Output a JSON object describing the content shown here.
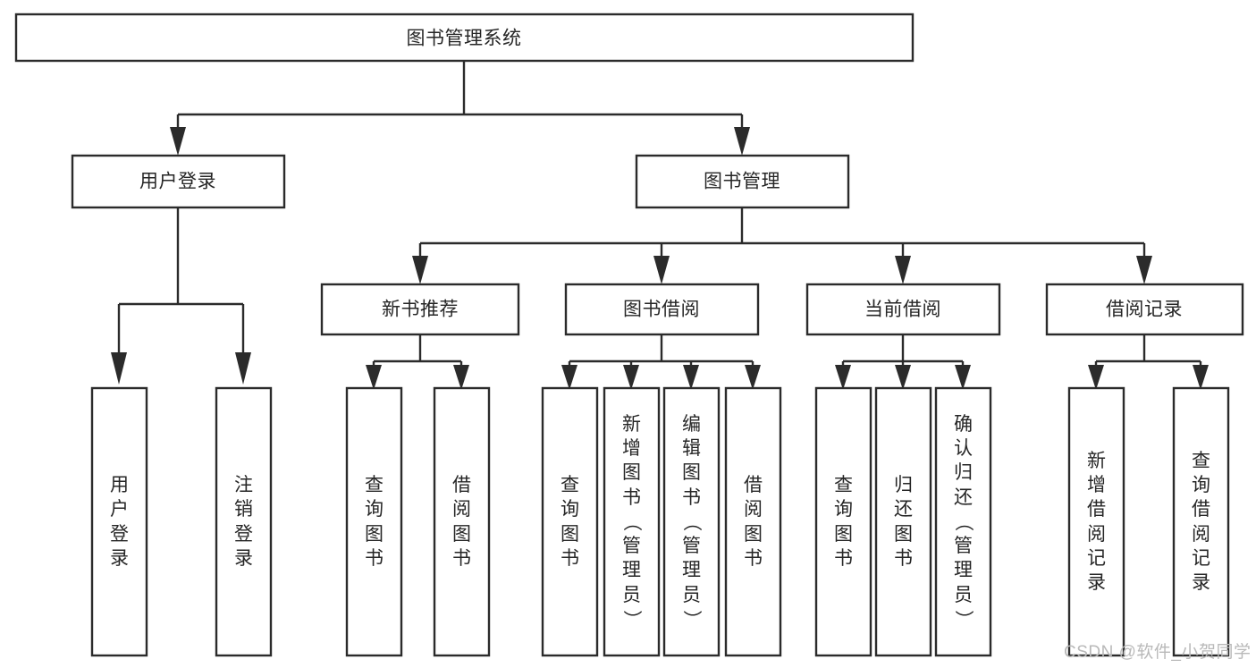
{
  "diagram": {
    "type": "tree-hierarchy",
    "title": "图书管理系统",
    "watermark": "CSDN @软件_小贺同学",
    "colors": {
      "background": "#ffffff",
      "box_fill": "#ffffff",
      "box_stroke": "#2b2b2b",
      "text": "#262626",
      "watermark": "#b9b9b9"
    },
    "root": {
      "label": "图书管理系统"
    },
    "level2": [
      {
        "label": "用户登录"
      },
      {
        "label": "图书管理"
      }
    ],
    "level3": [
      {
        "label": "新书推荐"
      },
      {
        "label": "图书借阅"
      },
      {
        "label": "当前借阅"
      },
      {
        "label": "借阅记录"
      }
    ],
    "leaves": {
      "user_login": [
        {
          "label": "用户登录"
        },
        {
          "label": "注销登录"
        }
      ],
      "new_book_recommend": [
        {
          "label": "查询图书"
        },
        {
          "label": "借阅图书"
        }
      ],
      "book_borrow": [
        {
          "label": "查询图书"
        },
        {
          "label": "新增图书（管理员）"
        },
        {
          "label": "编辑图书（管理员）"
        },
        {
          "label": "借阅图书"
        }
      ],
      "current_borrow": [
        {
          "label": "查询图书"
        },
        {
          "label": "归还图书"
        },
        {
          "label": "确认归还（管理员）"
        }
      ],
      "borrow_record": [
        {
          "label": "新增借阅记录"
        },
        {
          "label": "查询借阅记录"
        }
      ]
    }
  }
}
